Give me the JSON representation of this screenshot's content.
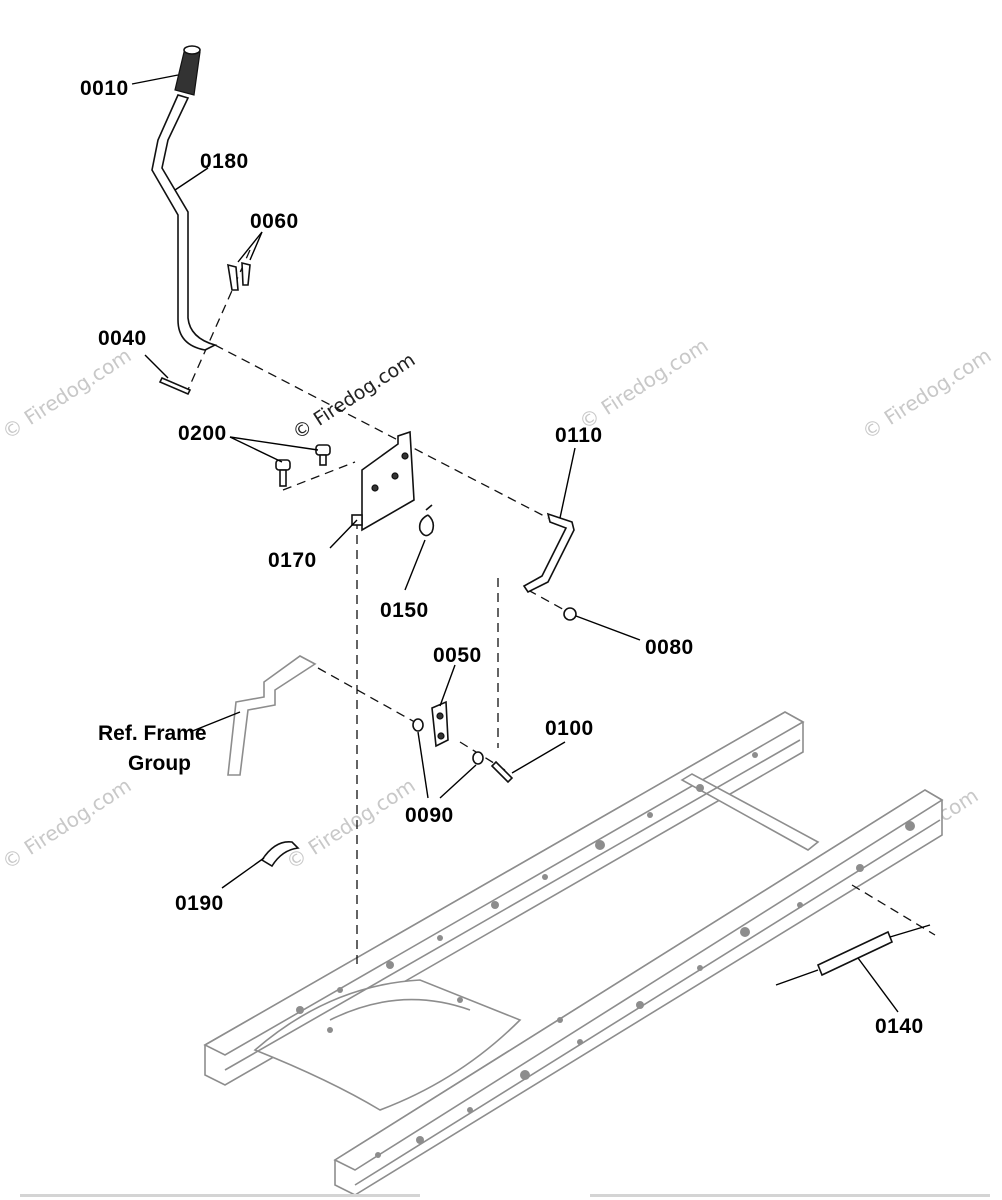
{
  "diagram": {
    "callouts": [
      {
        "id": "c0010",
        "label": "0010"
      },
      {
        "id": "c0180",
        "label": "0180"
      },
      {
        "id": "c0060",
        "label": "0060"
      },
      {
        "id": "c0040",
        "label": "0040"
      },
      {
        "id": "c0200",
        "label": "0200"
      },
      {
        "id": "c0110",
        "label": "0110"
      },
      {
        "id": "c0170",
        "label": "0170"
      },
      {
        "id": "c0150",
        "label": "0150"
      },
      {
        "id": "c0080",
        "label": "0080"
      },
      {
        "id": "c0050",
        "label": "0050"
      },
      {
        "id": "c0100",
        "label": "0100"
      },
      {
        "id": "c0090",
        "label": "0090"
      },
      {
        "id": "c0190",
        "label": "0190"
      },
      {
        "id": "c0140",
        "label": "0140"
      }
    ],
    "reference": {
      "line1": "Ref. Frame",
      "line2": "Group"
    },
    "watermarks": {
      "center": "© Firedog.com",
      "repeated": "© Firedog.com"
    },
    "colors": {
      "line": "#111111",
      "frame": "#8d8d8d",
      "watermark": "#c8c8c8",
      "background": "#ffffff"
    }
  }
}
